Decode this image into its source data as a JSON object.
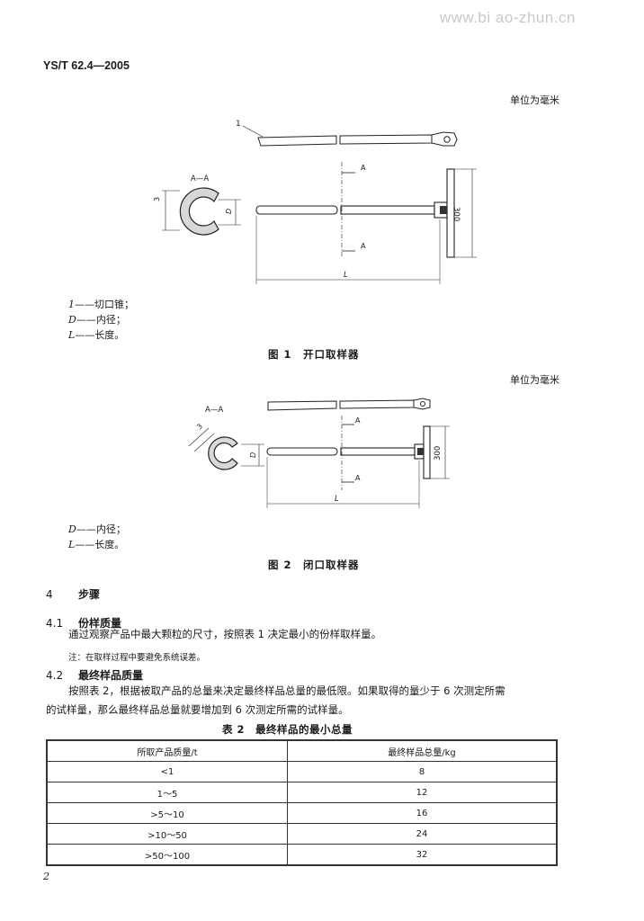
{
  "watermark": "www.bi ao-zhun.cn",
  "header": {
    "standard_no": "YS/T 62.4—2005"
  },
  "figure1": {
    "unit": "单位为毫米",
    "section_label": "A—A",
    "item_number": "1",
    "dim_thickness": "3",
    "dim_diameter": "D",
    "dim_length": "L",
    "dim_handle": "300",
    "section_mark": "A",
    "legend": [
      {
        "symbol": "1",
        "text": "——切口锥；"
      },
      {
        "symbol": "D",
        "text": "——内径；"
      },
      {
        "symbol": "L",
        "text": "——长度。"
      }
    ],
    "caption": "图 1　开口取样器"
  },
  "figure2": {
    "unit": "单位为毫米",
    "section_label": "A—A",
    "dim_thickness": "3",
    "dim_diameter": "D",
    "dim_length": "L",
    "dim_handle": "300",
    "section_mark": "A",
    "legend": [
      {
        "symbol": "D",
        "text": "——内径；"
      },
      {
        "symbol": "L",
        "text": "——长度。"
      }
    ],
    "caption": "图 2　闭口取样器"
  },
  "section4": {
    "number": "4",
    "title": "步骤",
    "s41": {
      "number": "4.1",
      "title": "份样质量",
      "text": "通过观察产品中最大颗粒的尺寸，按照表 1 决定最小的份样取样量。",
      "note": "注：在取样过程中要避免系统误差。"
    },
    "s42": {
      "number": "4.2",
      "title": "最终样品质量",
      "text1": "按照表 2，根据被取产品的总量来决定最终样品总量的最低限。如果取得的量少于 6 次测定所需",
      "text2": "的试样量，那么最终样品总量就要增加到 6 次测定所需的试样量。"
    }
  },
  "table2": {
    "caption": "表 2　最终样品的最小总量",
    "headers": [
      "所取产品质量/t",
      "最终样品总量/kg"
    ],
    "rows": [
      [
        "<1",
        "8"
      ],
      [
        "1～5",
        "12"
      ],
      [
        ">5～10",
        "16"
      ],
      [
        ">10～50",
        "24"
      ],
      [
        ">50～100",
        "32"
      ]
    ]
  },
  "page_number": "2"
}
